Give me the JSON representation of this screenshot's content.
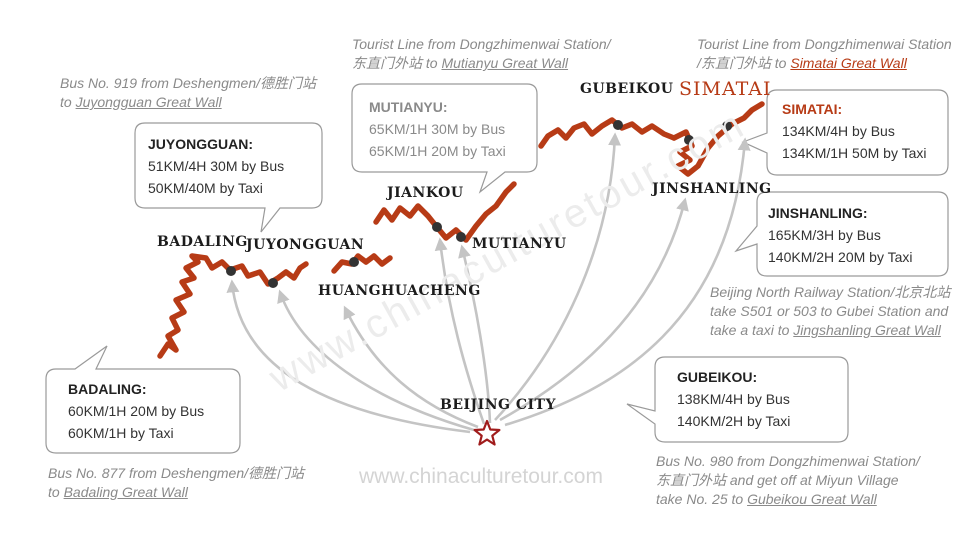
{
  "sites": {
    "badaling": "BADALING",
    "juyongguan": "JUYONGGUAN",
    "huanghuacheng": "HUANGHUACHENG",
    "jiankou": "JIANKOU",
    "mutianyu": "MUTIANYU",
    "gubeikou": "GUBEIKOU",
    "simatai": "SIMATAI",
    "jinshanling": "JINSHANLING",
    "beijing": "BEIJING CITY"
  },
  "bubbles": {
    "juyongguan": {
      "head": "JUYONGGUAN:",
      "line1": "51KM/4H 30M by Bus",
      "line2": "50KM/40M by Taxi"
    },
    "mutianyu": {
      "head": "MUTIANYU:",
      "line1": "65KM/1H 30M by Bus",
      "line2": "65KM/1H 20M by Taxi"
    },
    "simatai": {
      "head": "SIMATAI:",
      "line1": "134KM/4H by Bus",
      "line2": "134KM/1H 50M by Taxi"
    },
    "jinshanling": {
      "head": "JINSHANLING:",
      "line1": "165KM/3H by Bus",
      "line2": "140KM/2H 20M by Taxi"
    },
    "badaling": {
      "head": "BADALING:",
      "line1": "60KM/1H 20M by Bus",
      "line2": "60KM/1H by Taxi"
    },
    "gubeikou": {
      "head": "GUBEIKOU:",
      "line1": "138KM/4H by Bus",
      "line2": "140KM/2H by Taxi"
    }
  },
  "routes": {
    "juyongguan": {
      "l1": "Bus No. 919 from Deshengmen/德胜门站",
      "l2_pre": "to ",
      "l2_link": "Juyongguan Great Wall"
    },
    "mutianyu": {
      "l1": "Tourist Line from Dongzhimenwai Station/",
      "l2_pre": "东直门外站 to ",
      "l2_link": "Mutianyu Great Wall"
    },
    "simatai": {
      "l1": "Tourist Line from Dongzhimenwai Station",
      "l2_pre": "/东直门外站 to ",
      "l2_link": "Simatai Great Wall"
    },
    "jinshanling": {
      "l1": "Beijing North Railway Station/北京北站",
      "l2": "take S501 or 503 to Gubei Station and",
      "l3_pre": "take a taxi to ",
      "l3_link": "Jingshanling Great Wall"
    },
    "badaling": {
      "l1": "Bus No. 877 from Deshengmen/德胜门站",
      "l2_pre": "to ",
      "l2_link": "Badaling Great Wall"
    },
    "gubeikou": {
      "l1": "Bus No. 980 from Dongzhimenwai Station/",
      "l2": "东直门外站 and get off at Miyun Village",
      "l3_pre": "take No. 25 to ",
      "l3_link": "Gubeikou Great Wall"
    }
  },
  "watermark": "www.chinaculturetour.com",
  "colors": {
    "wall": "#b73b16",
    "star": "#a01c1c",
    "arrow": "#c4c4c4",
    "bubble_border": "#9a9a9a"
  }
}
